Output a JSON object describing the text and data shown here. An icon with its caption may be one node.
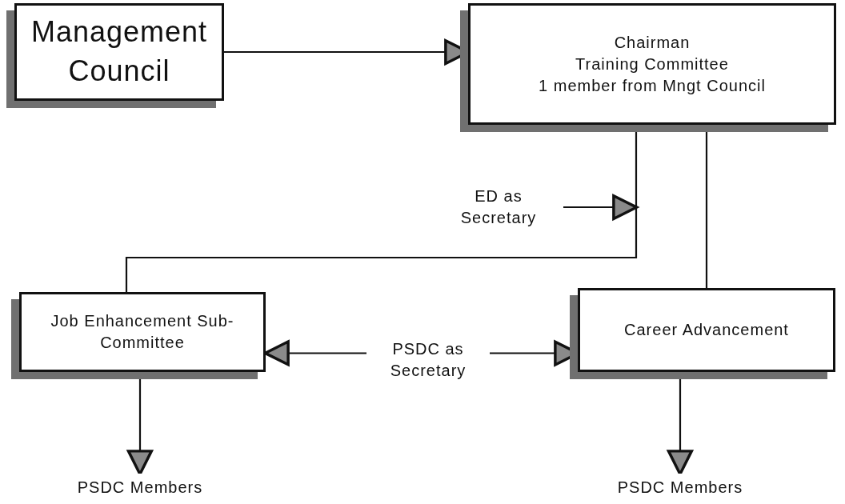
{
  "diagram": {
    "nodes": [
      {
        "text": [
          "Management Council"
        ]
      },
      {
        "text": [
          "Chairman",
          "Training Committee",
          "1 member from Mngt Council"
        ]
      },
      {
        "text": [
          "ED as Secretary"
        ]
      },
      {
        "text": [
          "Job Enhancement Sub-Committee"
        ]
      },
      {
        "text": [
          "PSDC as Secretary"
        ]
      },
      {
        "text": [
          "Career Advancement"
        ]
      },
      {
        "text": [
          "PSDC Members"
        ]
      },
      {
        "text": [
          "PSDC Members"
        ]
      }
    ],
    "edges": [
      {
        "from": 0,
        "to": 1,
        "arrow": "to"
      },
      {
        "from": 1,
        "to": 3,
        "arrow": "none"
      },
      {
        "from": 1,
        "to": 5,
        "arrow": "none"
      },
      {
        "from": 2,
        "to": null,
        "arrow": "to"
      },
      {
        "from": 4,
        "to": 3,
        "arrow": "to"
      },
      {
        "from": 4,
        "to": 5,
        "arrow": "to"
      },
      {
        "from": 3,
        "to": 6,
        "arrow": "to"
      },
      {
        "from": 5,
        "to": 7,
        "arrow": "to"
      }
    ]
  }
}
